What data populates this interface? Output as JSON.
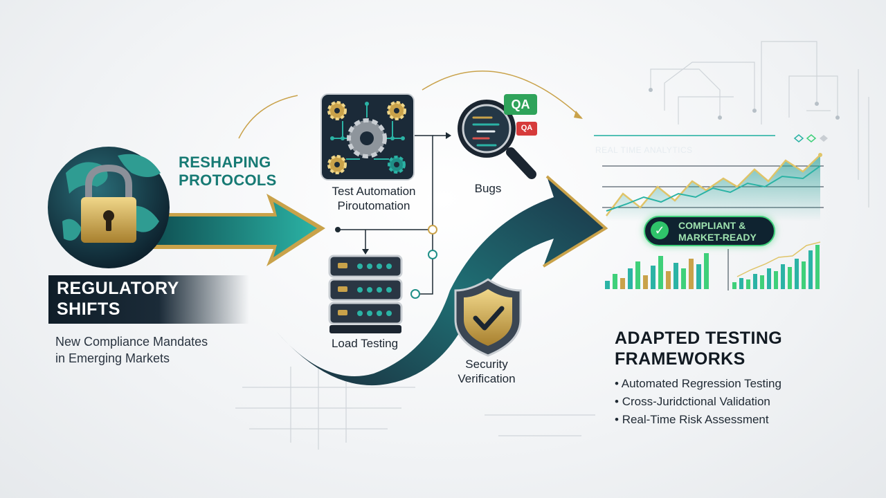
{
  "regulatory": {
    "title_line1": "REGULATORY",
    "title_line2": "SHIFTS",
    "subtitle_line1": "New Compliance Mandates",
    "subtitle_line2": "in Emerging Markets"
  },
  "reshaping": {
    "line1": "RESHAPING",
    "line2": "PROTOCOLS"
  },
  "nodes": {
    "automation": {
      "line1": "Test Automation",
      "line2": "Piroutomation",
      "icon": "gears-icon"
    },
    "bugs": {
      "label": "Bugs",
      "icon": "magnifier-icon",
      "tag_large": "QA",
      "tag_small": "QA"
    },
    "load": {
      "label": "Load Testing",
      "icon": "server-stack-icon"
    },
    "security": {
      "line1": "Security",
      "line2": "Verification",
      "icon": "shield-check-icon"
    }
  },
  "dashboard": {
    "title": "REAL TIME ANALYTICS",
    "badge_line1": "COMPLIANT &",
    "badge_line2": "MARKET-READY"
  },
  "adapted": {
    "title_line1": "ADAPTED TESTING",
    "title_line2": "FRAMEWORKS",
    "bullets": [
      "Automated Regression Testing",
      "Cross-Juridctional Validation",
      "Real-Time Risk Assessment"
    ]
  },
  "colors": {
    "teal": "#1f8f87",
    "navy": "#162634",
    "gold": "#c9a24a",
    "green": "#3fd07a"
  }
}
